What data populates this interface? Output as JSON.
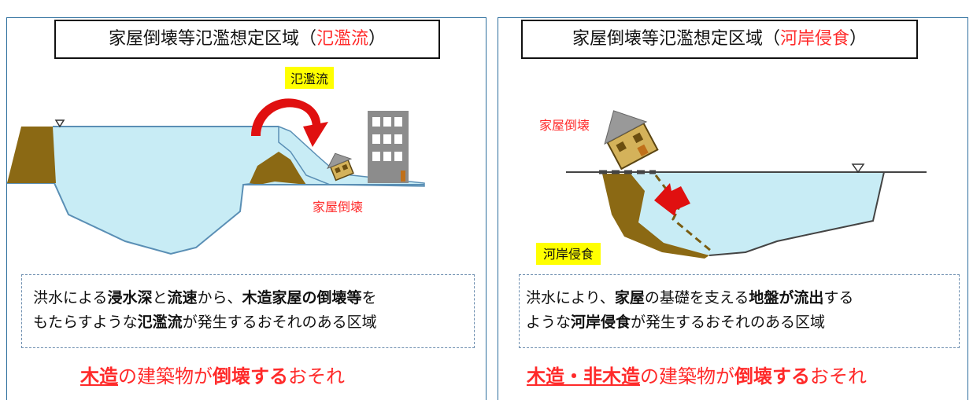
{
  "left_panel": {
    "title_main": "家屋倒壊等氾濫想定区域（",
    "title_highlight": "氾濫流",
    "title_close": "）",
    "label_flow": "氾濫流",
    "label_collapse": "家屋倒壊",
    "callout_line1": [
      {
        "t": "洪水による",
        "b": false
      },
      {
        "t": "浸水深",
        "b": true
      },
      {
        "t": "と",
        "b": false
      },
      {
        "t": "流速",
        "b": true
      },
      {
        "t": "から、",
        "b": false
      },
      {
        "t": "木造家屋の倒壊等",
        "b": true
      },
      {
        "t": "を",
        "b": false
      }
    ],
    "callout_line2": [
      {
        "t": "もたらすような",
        "b": false
      },
      {
        "t": "氾濫流",
        "b": true
      },
      {
        "t": "が発生するおそれのある区域",
        "b": false
      }
    ],
    "bottom": [
      {
        "t": "木造",
        "s": "u"
      },
      {
        "t": "の建築物が",
        "s": ""
      },
      {
        "t": "倒壊する",
        "s": "b"
      },
      {
        "t": "おそれ",
        "s": ""
      }
    ]
  },
  "right_panel": {
    "title_main": "家屋倒壊等氾濫想定区域（",
    "title_highlight": "河岸侵食",
    "title_close": "）",
    "label_collapse": "家屋倒壊",
    "label_erosion": "河岸侵食",
    "callout_line1": [
      {
        "t": "洪水により、",
        "b": false
      },
      {
        "t": "家屋",
        "b": true
      },
      {
        "t": "の基礎を支える",
        "b": false
      },
      {
        "t": "地盤が流出",
        "b": true
      },
      {
        "t": "する",
        "b": false
      }
    ],
    "callout_line2": [
      {
        "t": "ような",
        "b": false
      },
      {
        "t": "河岸侵食",
        "b": true
      },
      {
        "t": "が発生するおそれのある区域",
        "b": false
      }
    ],
    "bottom": [
      {
        "t": "木造・非木造",
        "s": "u"
      },
      {
        "t": "の建築物が",
        "s": ""
      },
      {
        "t": "倒壊する",
        "s": "b"
      },
      {
        "t": "おそれ",
        "s": ""
      }
    ]
  },
  "colors": {
    "water": "#c8ecf5",
    "water_line": "#5a8fb5",
    "earth": "#8b6914",
    "red": "#ff2a2a",
    "label_bg": "#ffff00",
    "frame": "#2e6f9e"
  },
  "icons": [
    "water-level-marker-icon",
    "flow-arrow-icon",
    "house-icon",
    "building-icon",
    "push-arrow-icon"
  ]
}
